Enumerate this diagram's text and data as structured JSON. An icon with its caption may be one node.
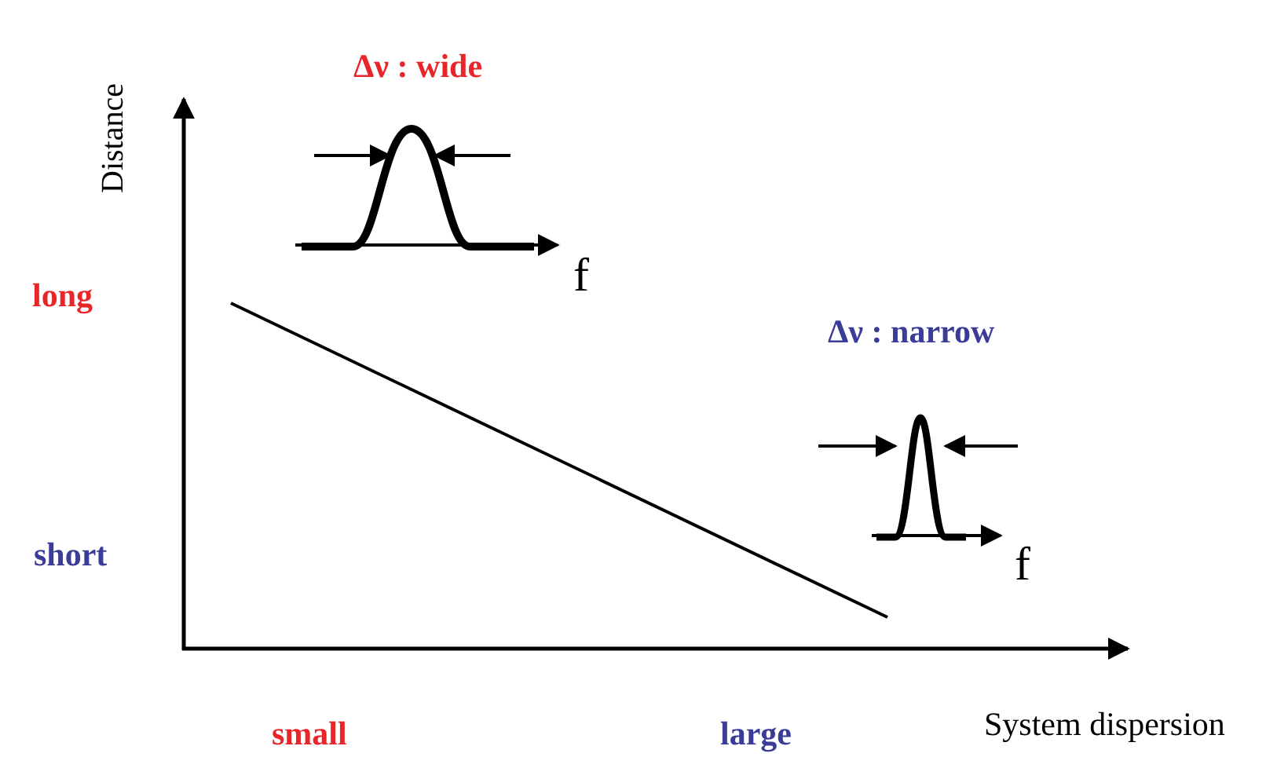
{
  "diagram": {
    "labels": [
      "Δν : wide",
      "Distance",
      "f",
      "long",
      "Δν : narrow",
      "short",
      "f",
      "small",
      "large",
      "System dispersion"
    ]
  }
}
